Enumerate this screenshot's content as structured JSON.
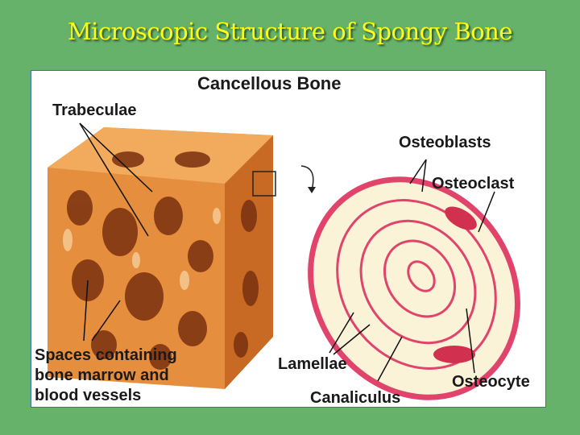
{
  "slide": {
    "title": "Microscopic Structure of Spongy Bone"
  },
  "diagram": {
    "heading": "Cancellous Bone",
    "labels": {
      "trabeculae": "Trabeculae",
      "osteoblasts": "Osteoblasts",
      "osteoclast": "Osteoclast",
      "spaces": [
        "Spaces containing",
        "bone marrow and",
        "blood vessels"
      ],
      "lamellae": "Lamellae",
      "osteocyte": "Osteocyte",
      "canaliculus": "Canaliculus"
    },
    "colors": {
      "background": "#67b26a",
      "title": "#ffff1a",
      "bone": "#e08a3c",
      "osteon_rim": "#e0446a",
      "osteon_fill": "#fbf3d8"
    }
  }
}
